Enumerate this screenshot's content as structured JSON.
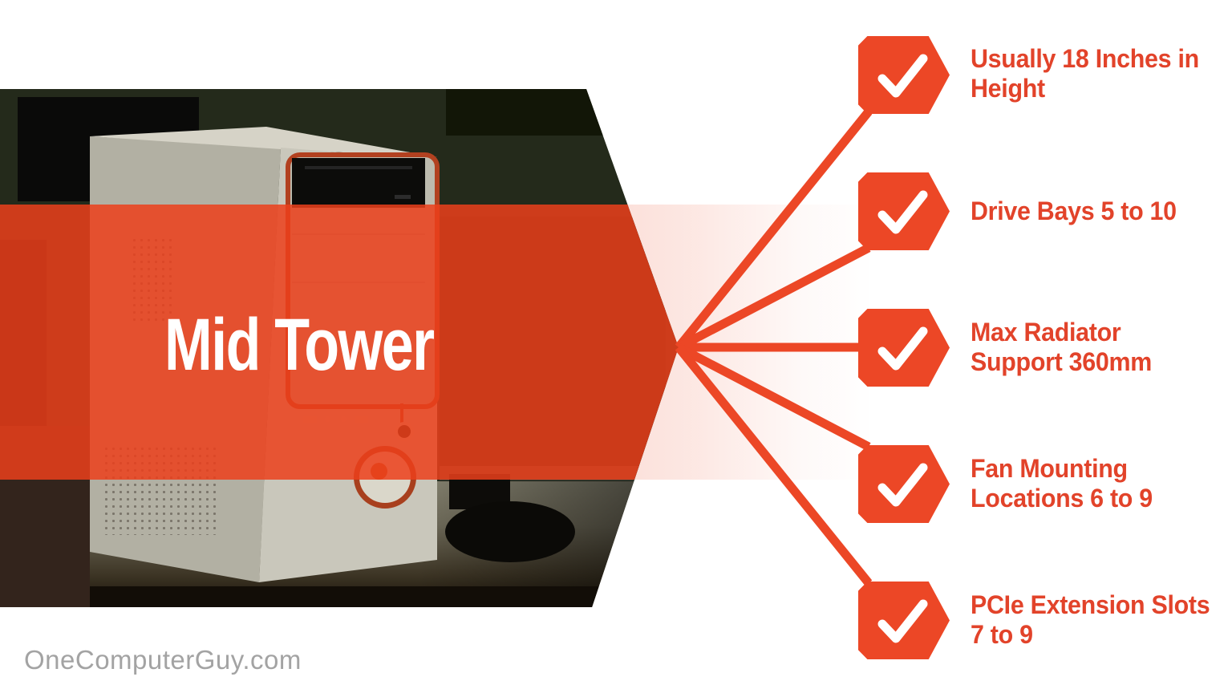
{
  "colors": {
    "page_bg": "#FFFFFF",
    "accent": "#EC4726",
    "label_text": "#E2432A",
    "band_overlay": "rgba(236,64,27,0.85)",
    "hero_text": "#FFFFFF",
    "check_color": "#FFFFFF",
    "watermark_color": "#A3A3A3"
  },
  "hero": {
    "title": "Mid Tower",
    "photo_subject": "white mid tower PC case on a desk"
  },
  "watermark": {
    "text": "OneComputerGuy.com"
  },
  "features": [
    {
      "label": "Usually 18 Inches in Height",
      "lines": [
        "Usually 18 Inches in",
        "Height"
      ]
    },
    {
      "label": "Drive Bays 5 to 10",
      "lines": [
        "Drive Bays 5 to 10"
      ]
    },
    {
      "label": "Max Radiator Support 360mm",
      "lines": [
        "Max Radiator",
        "Support 360mm"
      ]
    },
    {
      "label": "Fan Mounting Locations 6 to 9",
      "lines": [
        "Fan Mounting",
        "Locations 6 to 9"
      ]
    },
    {
      "label": "PCIe Extension Slots 7 to 9",
      "lines": [
        "PCIe Extension Slots",
        "7 to 9"
      ]
    }
  ]
}
